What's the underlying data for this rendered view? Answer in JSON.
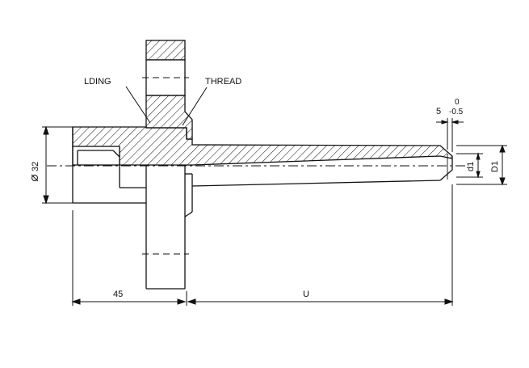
{
  "labels": {
    "welding": "LDING",
    "thread": "THREAD",
    "diameter": "32",
    "length_fixed": "45",
    "length_insertion": "U",
    "tip_offset": "5",
    "tol_upper": "0",
    "tol_lower": "-0.5",
    "inner_diameter": "d1",
    "outer_diameter": "D1"
  },
  "symbols": {
    "diameter": "diameter-symbol"
  },
  "colors": {
    "line": "#111111",
    "background": "#ffffff"
  }
}
